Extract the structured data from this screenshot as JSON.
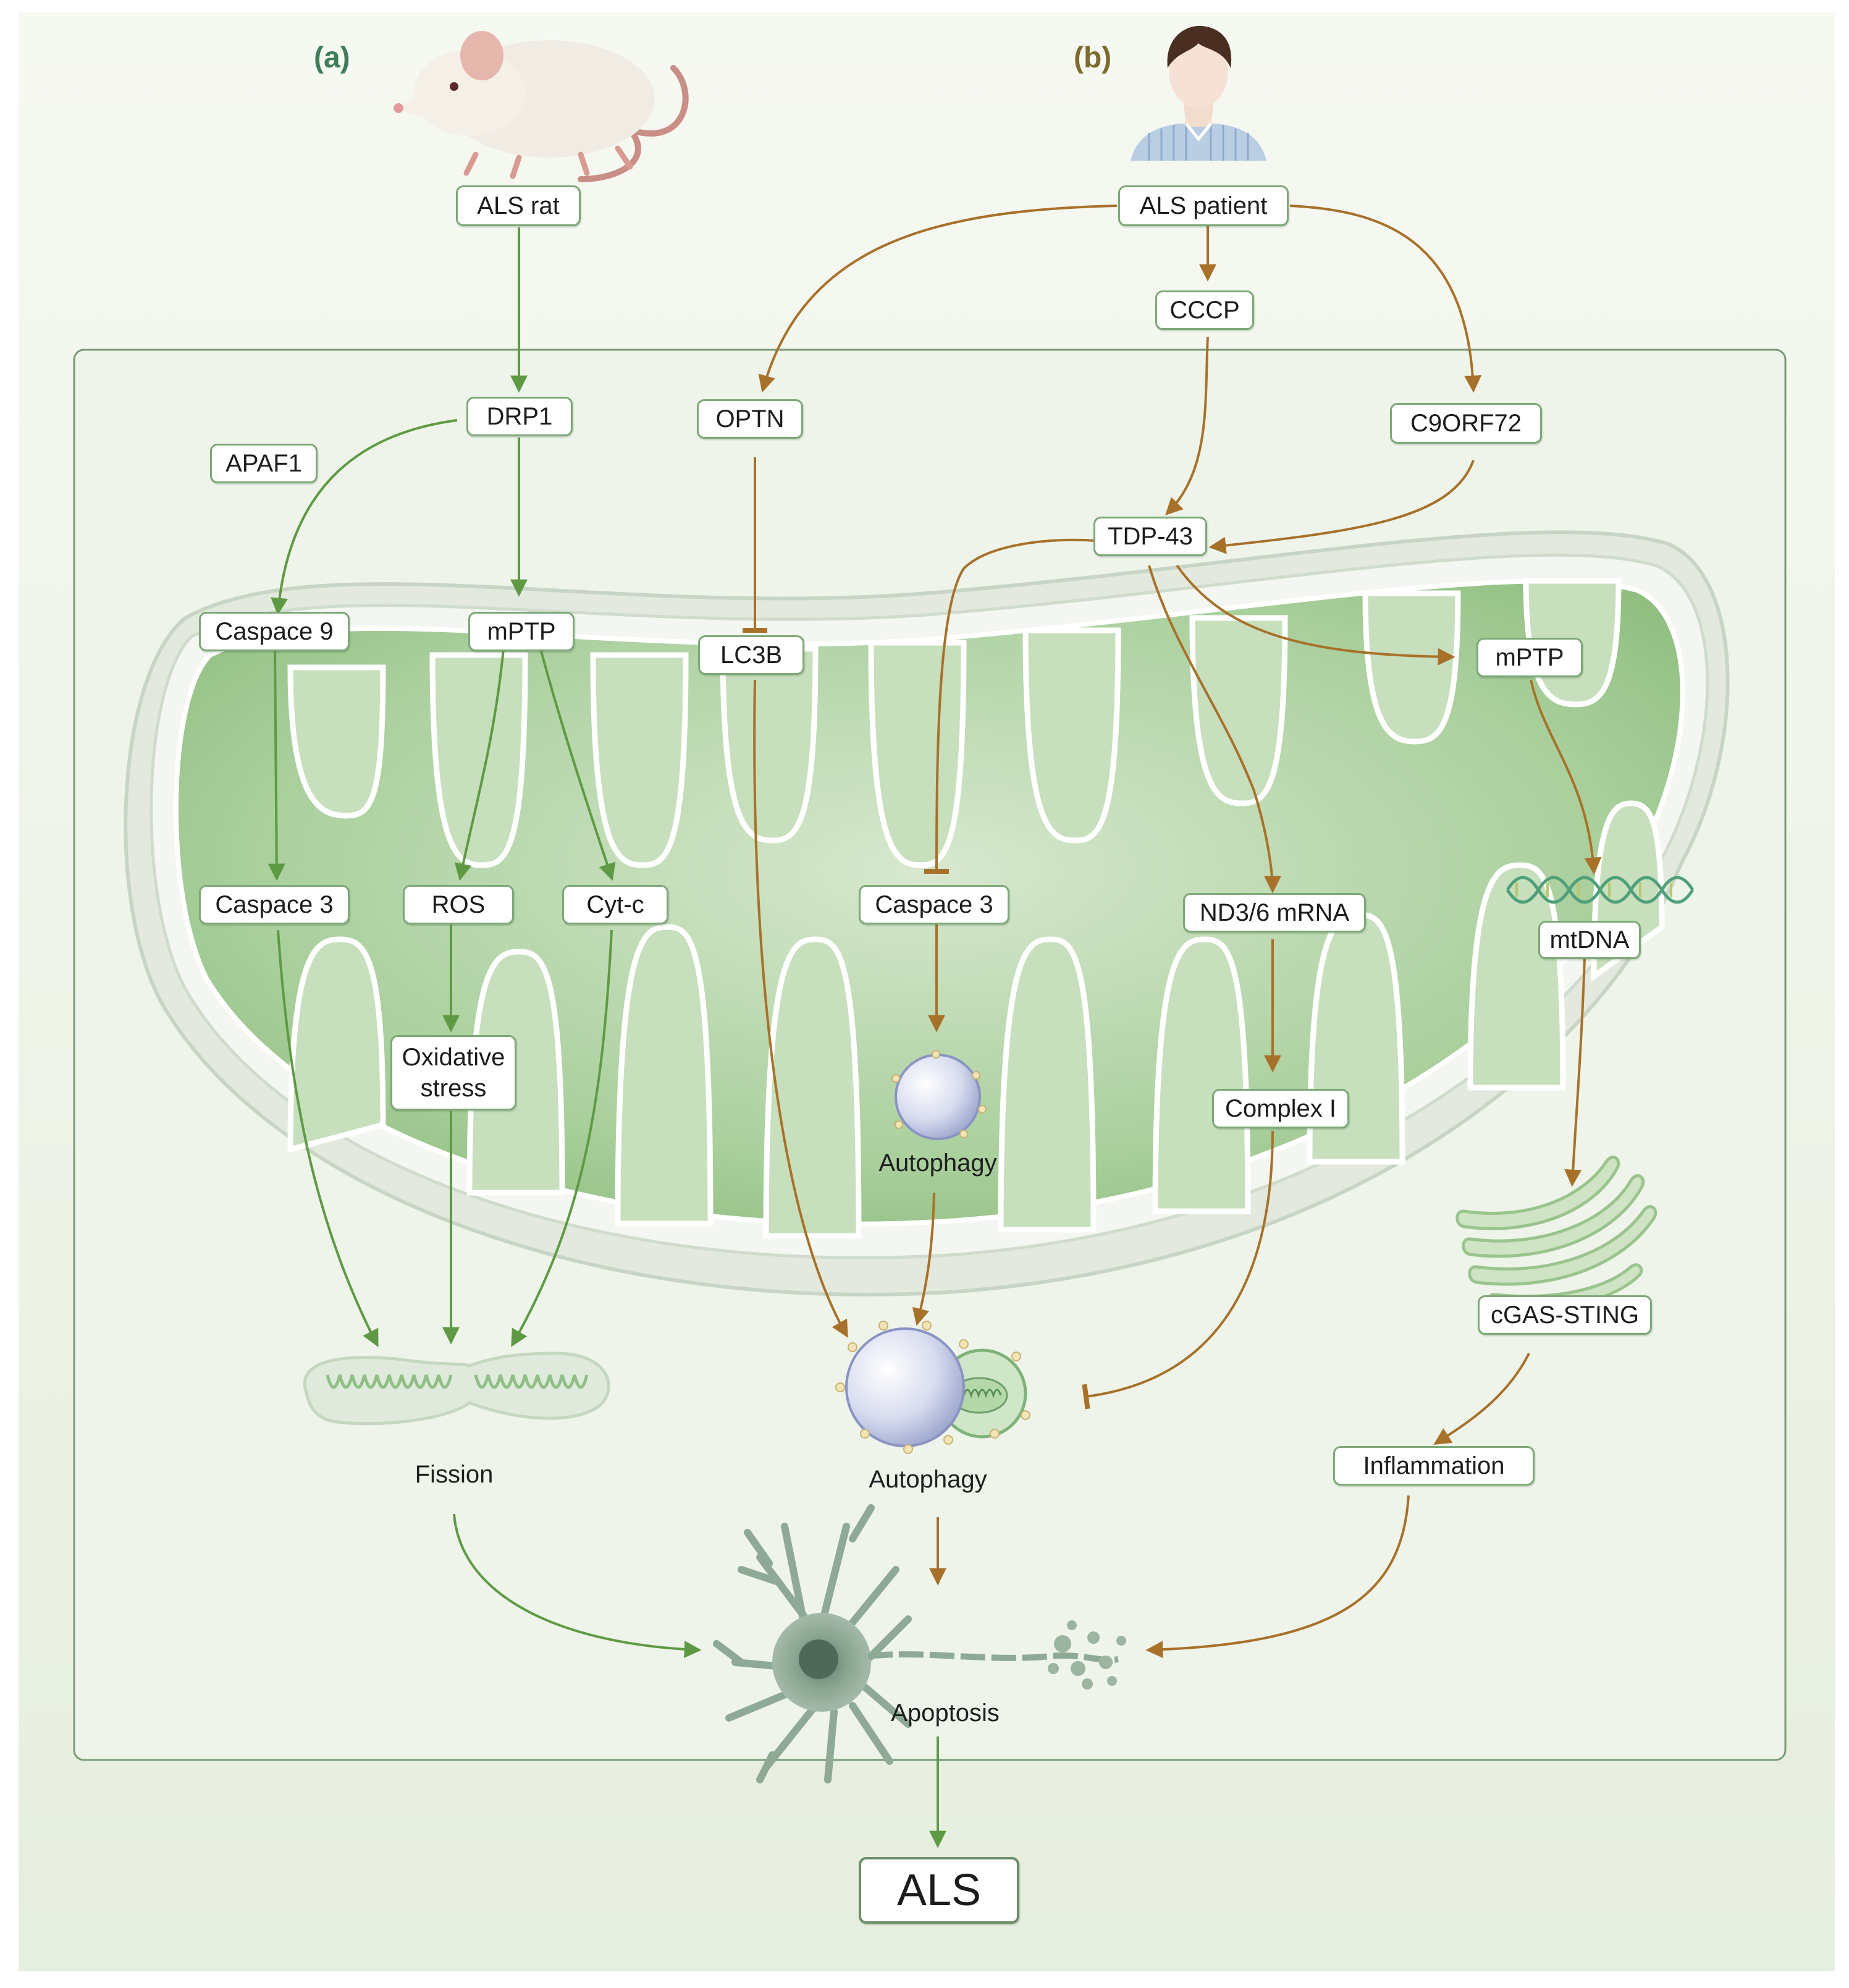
{
  "panels": {
    "a": "(a)",
    "b": "(b)"
  },
  "colors": {
    "green_path": "#5e9a43",
    "brown_path": "#a8712a",
    "box_border": "#7da877",
    "panel_a": "#3f7d5a",
    "panel_b": "#7d6a2e"
  },
  "nodes": {
    "als_rat": "ALS rat",
    "als_patient": "ALS  patient",
    "cccp": "CCCP",
    "drp1": "DRP1",
    "optn": "OPTN",
    "c9orf72": "C9ORF72",
    "apaf1": "APAF1",
    "tdp43": "TDP-43",
    "caspase9": "Caspace 9",
    "mptp_a": "mPTP",
    "lc3b": "LC3B",
    "mptp_b": "mPTP",
    "caspase3_a": "Caspace 3",
    "ros": "ROS",
    "cytc": "Cyt-c",
    "caspase3_b": "Caspace 3",
    "nd36": "ND3/6 mRNA",
    "mtdna": "mtDNA",
    "oxidative_1": "Oxidative",
    "oxidative_2": "stress",
    "complex1": "Complex I",
    "cgas": "cGAS-STING",
    "inflammation": "Inflammation",
    "als": "ALS"
  },
  "labels": {
    "autophagy_small": "Autophagy",
    "fission": "Fission",
    "autophagy_big": "Autophagy",
    "apoptosis": "Apoptosis"
  },
  "icons": [
    "rat-icon",
    "patient-icon",
    "mitochondrion-icon",
    "autophagosome-icon",
    "fissioned-mitochondrion-icon",
    "autolysosome-icon",
    "dna-helix-icon",
    "endoplasmic-reticulum-icon",
    "apoptotic-neuron-icon"
  ]
}
